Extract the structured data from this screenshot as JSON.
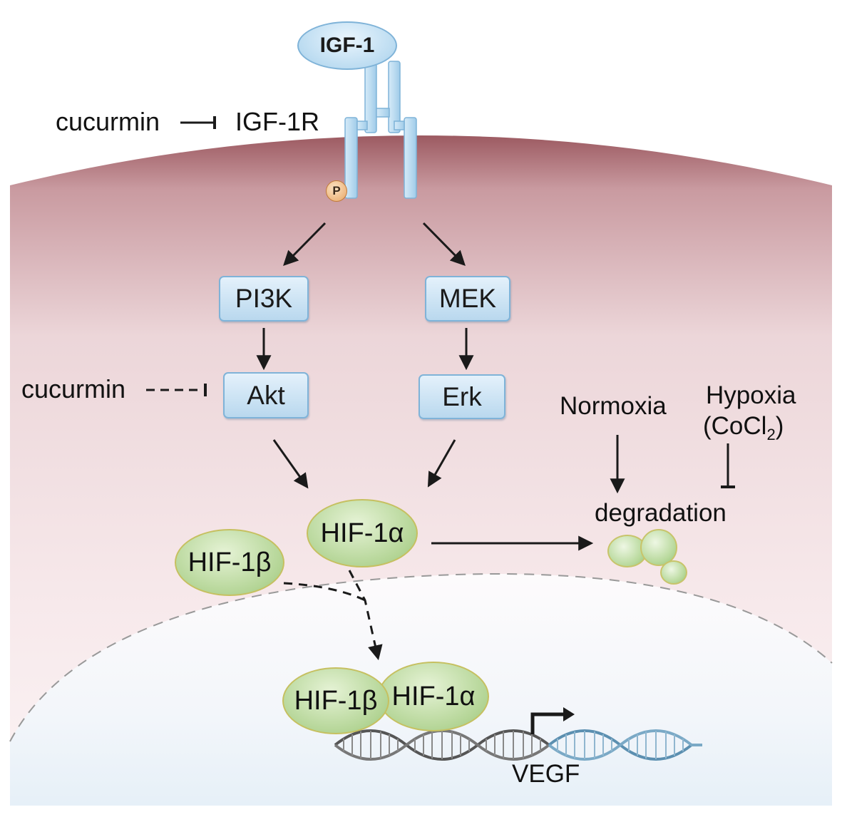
{
  "ligand": {
    "label": "IGF-1"
  },
  "receptor": {
    "label": "IGF-1R",
    "phospho_label": "P"
  },
  "inhibitors": {
    "receptor_inhibitor": "cucurmin",
    "akt_inhibitor": "cucurmin"
  },
  "pathway_left": {
    "kinase1": "PI3K",
    "kinase2": "Akt"
  },
  "pathway_right": {
    "kinase1": "MEK",
    "kinase2": "Erk"
  },
  "hif": {
    "alpha": "HIF-1α",
    "beta": "HIF-1β",
    "complex_beta": "HIF-1β",
    "complex_alpha": "HIF-1α"
  },
  "conditions": {
    "normoxia": "Normoxia",
    "hypoxia": "Hypoxia",
    "hypoxia_agent_prefix": "(CoCl",
    "hypoxia_agent_sub": "2",
    "hypoxia_agent_suffix": ")"
  },
  "degradation_label": "degradation",
  "gene_label": "VEGF",
  "colors": {
    "membrane": "#a86a6e",
    "cytoplasm": "#f3e2e4",
    "nucleus": "#f2f6fa",
    "kinase_box": "#cfe5f5",
    "hif_oval": "#b4d596"
  }
}
